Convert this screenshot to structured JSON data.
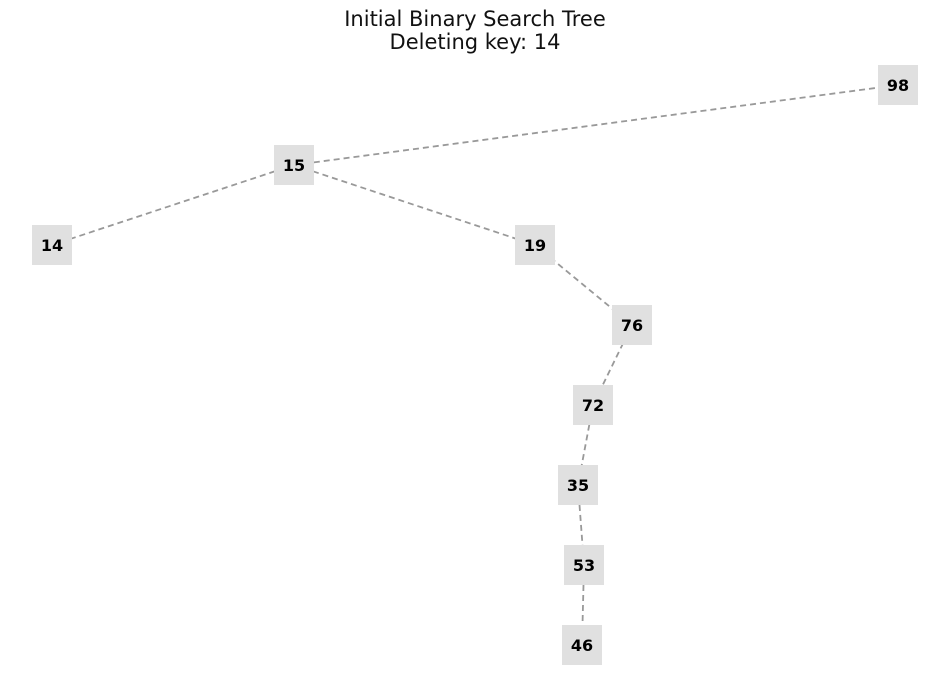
{
  "title": "Initial Binary Search Tree",
  "subtitle": "Deleting key: 14",
  "colors": {
    "node_fill": "#e0e0e0",
    "edge": "#999999",
    "text": "#000000"
  },
  "tree": {
    "nodes": [
      {
        "id": "15",
        "label": "15"
      },
      {
        "id": "14",
        "label": "14"
      },
      {
        "id": "98",
        "label": "98"
      },
      {
        "id": "19",
        "label": "19"
      },
      {
        "id": "76",
        "label": "76"
      },
      {
        "id": "72",
        "label": "72"
      },
      {
        "id": "35",
        "label": "35"
      },
      {
        "id": "53",
        "label": "53"
      },
      {
        "id": "46",
        "label": "46"
      }
    ],
    "edges": [
      {
        "from": "15",
        "to": "98"
      },
      {
        "from": "15",
        "to": "14"
      },
      {
        "from": "15",
        "to": "19"
      },
      {
        "from": "19",
        "to": "76"
      },
      {
        "from": "76",
        "to": "72"
      },
      {
        "from": "72",
        "to": "35"
      },
      {
        "from": "35",
        "to": "53"
      },
      {
        "from": "53",
        "to": "46"
      }
    ]
  }
}
